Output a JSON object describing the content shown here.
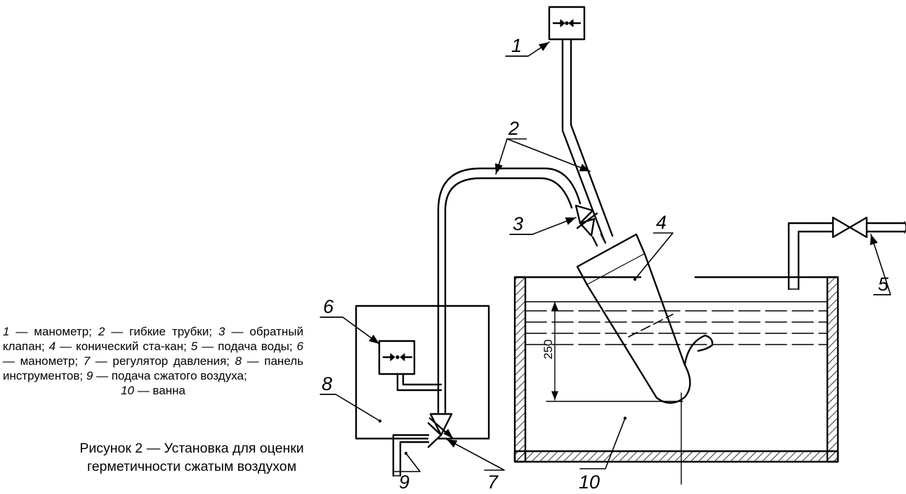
{
  "legend": {
    "items": [
      {
        "num": "1",
        "text": " — манометр; "
      },
      {
        "num": "2",
        "text": " — гибкие трубки; "
      },
      {
        "num": "3",
        "text": " — обратный клапан; "
      },
      {
        "num": "4",
        "text": " — конический ста-кан; "
      },
      {
        "num": "5",
        "text": " — подача воды; "
      },
      {
        "num": "6",
        "text": " — манометр; "
      },
      {
        "num": "7",
        "text": " — регулятор давления; "
      },
      {
        "num": "8",
        "text": " — панель инструментов; "
      },
      {
        "num": "9",
        "text": " — подача сжатого воздуха; "
      },
      {
        "num": "10",
        "text": " — ванна"
      }
    ]
  },
  "caption": {
    "line1": "Рисунок 2 — Установка для оценки",
    "line2": "герметичности сжатым воздухом"
  },
  "labels": {
    "l1": "1",
    "l2": "2",
    "l3": "3",
    "l4": "4",
    "l5": "5",
    "l6": "6",
    "l7": "7",
    "l8": "8",
    "l9": "9",
    "l10": "10"
  },
  "dimension": "250"
}
